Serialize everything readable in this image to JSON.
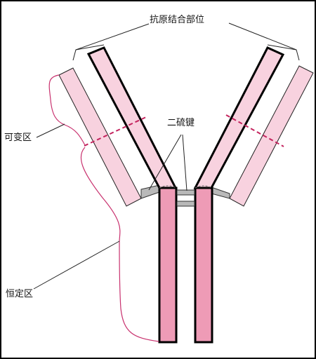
{
  "labels": {
    "antigen_site": "抗原结合部位",
    "variable_region": "可变区",
    "disulfide_bond": "二硫键",
    "constant_region": "恒定区"
  },
  "colors": {
    "heavy_chain": "#ee9bb6",
    "light_chain": "#f8d2df",
    "region_bracket": "#c8316e",
    "variable_boundary": "#c4245e",
    "disulfide": "#b9b9b9",
    "outline": "#111111"
  }
}
